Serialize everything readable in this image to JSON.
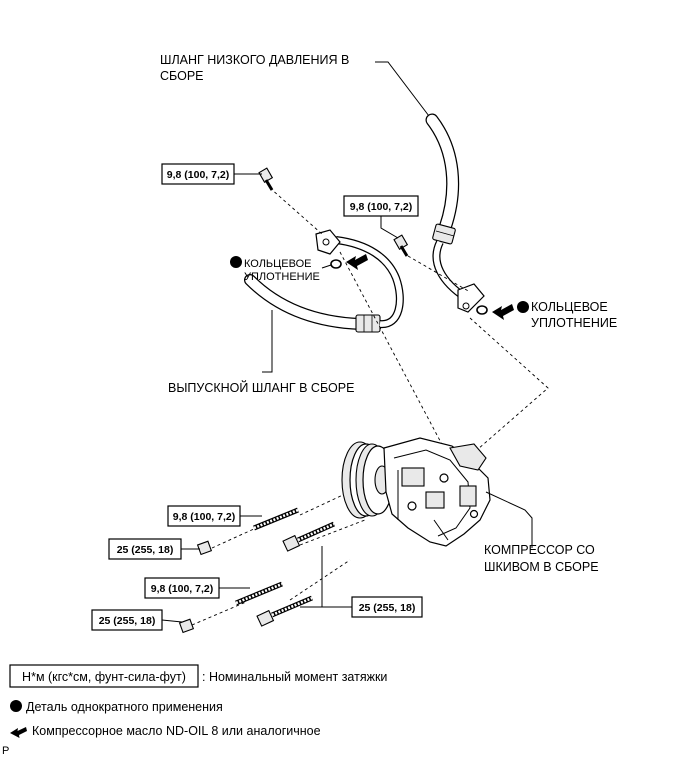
{
  "labels": {
    "low_pressure_hose_line1": "ШЛАНГ НИЗКОГО ДАВЛЕНИЯ В",
    "low_pressure_hose_line2": "СБОРЕ",
    "discharge_hose": "ВЫПУСКНОЙ ШЛАНГ В СБОРЕ",
    "oring_left_line1": "КОЛЬЦЕВОЕ",
    "oring_left_line2": "УПЛОТНЕНИЕ",
    "oring_right_line1": "КОЛЬЦЕВОЕ",
    "oring_right_line2": "УПЛОТНЕНИЕ",
    "compressor_line1": "КОМПРЕССОР СО",
    "compressor_line2": "ШКИВОМ В СБОРЕ"
  },
  "torques": {
    "bolt_discharge": "9,8 (100, 7,2)",
    "bolt_suction": "9,8 (100, 7,2)",
    "stud_upper": "9,8 (100, 7,2)",
    "nut_upper": "25 (255, 18)",
    "stud_lower": "9,8 (100, 7,2)",
    "nut_lower": "25 (255, 18)",
    "bolts_long": "25 (255, 18)"
  },
  "legend": {
    "torque_unit_box": "Н*м (кгс*см, фунт-сила-фут)",
    "torque_unit_desc": ": Номинальный момент затяжки",
    "non_reusable": "Деталь однократного применения",
    "compressor_oil": "Компрессорное масло ND-OIL 8 или аналогичное"
  },
  "corner_mark": "P"
}
